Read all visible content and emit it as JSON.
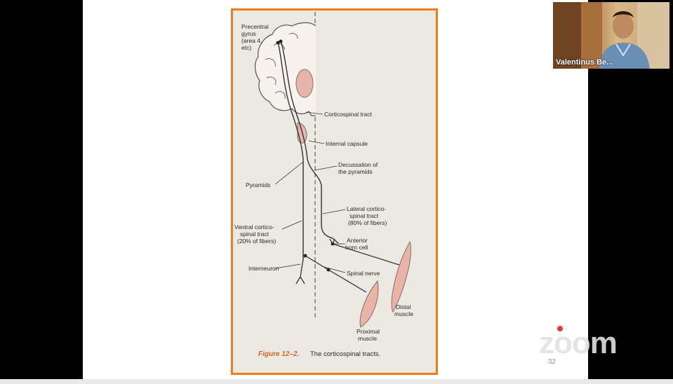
{
  "meeting": {
    "participant_name": "Valentinus Be...",
    "app_logo": "zoom",
    "slide_number": "32"
  },
  "figure": {
    "labels": {
      "precentral_1": "Precentral",
      "precentral_2": "gyrus",
      "precentral_3": "(area 4,",
      "precentral_4": "etc)",
      "corticospinal": "Corticospinal tract",
      "internal_capsule": "Internal capsule",
      "decussation_1": "Decussation of",
      "decussation_2": "the pyramids",
      "pyramids": "Pyramids",
      "lateral_1": "Lateral cortico-",
      "lateral_2": "spinal tract",
      "lateral_3": "(80% of fibers)",
      "ventral_1": "Ventral cortico-",
      "ventral_2": "spinal tract",
      "ventral_3": "(20% of fibers)",
      "anterior_1": "Anterior",
      "anterior_2": "horn cell",
      "interneuron": "Interneuron",
      "spinal_nerve": "Spinal nerve",
      "distal_1": "Distal",
      "distal_2": "muscle",
      "proximal_1": "Proximal",
      "proximal_2": "muscle"
    },
    "caption_prefix": "Figure 12–2.",
    "caption_text": "The corticospinal tracts."
  },
  "colors": {
    "frame_border": "#f07a1c",
    "muscle": "#e8b4a8",
    "recording": "#e53935"
  }
}
